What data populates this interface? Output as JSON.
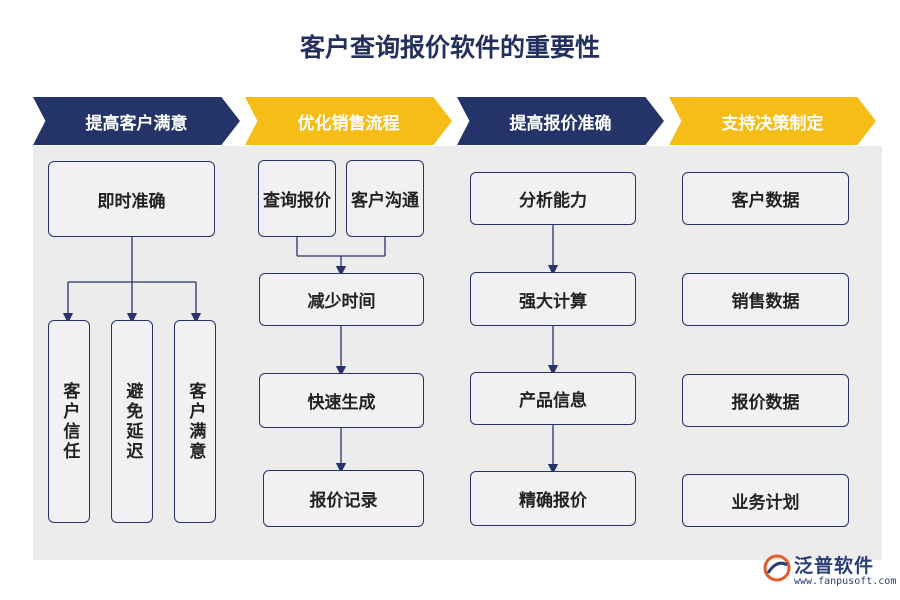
{
  "title": "客户查询报价软件的重要性",
  "columns": [
    {
      "header": "提高客户满意",
      "top": "即时准确",
      "branches": [
        "客户信任",
        "避免延迟",
        "客户满意"
      ]
    },
    {
      "header": "优化销售流程",
      "top_pair": [
        "查询报价",
        "客户沟通"
      ],
      "steps": [
        "减少时间",
        "快速生成",
        "报价记录"
      ]
    },
    {
      "header": "提高报价准确",
      "steps": [
        "分析能力",
        "强大计算",
        "产品信息",
        "精确报价"
      ]
    },
    {
      "header": "支持决策制定",
      "items": [
        "客户数据",
        "销售数据",
        "报价数据",
        "业务计划"
      ]
    }
  ],
  "logo": {
    "name": "泛普软件",
    "url": "www.fanpusoft.com"
  },
  "colors": {
    "navy": "#253468",
    "yellow": "#f7bd17",
    "panel": "#ececec",
    "border": "#28336a"
  }
}
